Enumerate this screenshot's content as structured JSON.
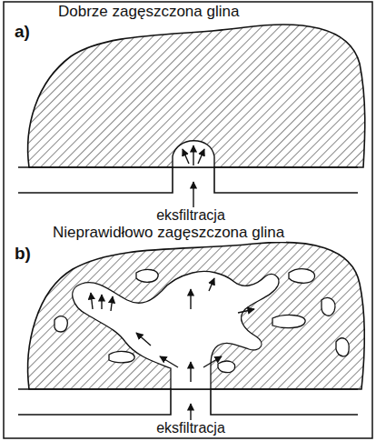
{
  "diagram": {
    "labels": [
      "a)",
      "Dobrze zagęszczona glina",
      "eksfiltracja",
      "b)",
      "Nieprawidłowo zagęszczona glina",
      "eksfiltracja"
    ]
  }
}
